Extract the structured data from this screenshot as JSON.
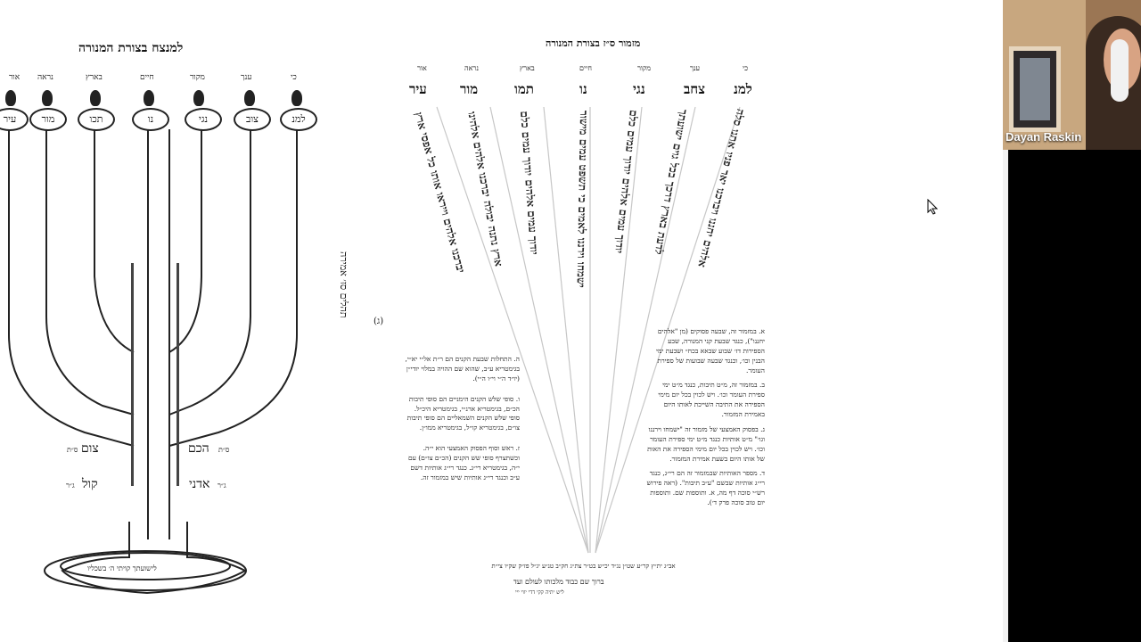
{
  "shared_content": {
    "left_menorah": {
      "title": "למנצח בצורת המנורה",
      "branch_heads": [
        "אור",
        "נראה",
        "בארץ",
        "חיים",
        "מקור",
        "ענך",
        "כי"
      ],
      "cup_words": [
        "עיר",
        "מור",
        "תכו",
        "נו",
        "נגי",
        "צוב",
        "למנ"
      ],
      "side_labels": {
        "right_top": "הכם",
        "left_top": "צום",
        "right_bottom": "אדני",
        "left_bottom": "קול"
      },
      "side_notes": {
        "right_top_note": "ס״ת",
        "left_top_note": "ס״ת",
        "right_bottom_note": "ג״ר",
        "left_bottom_note": "ג״ר"
      },
      "footer": "לישועתך קויתי ה׳ בשכליו"
    },
    "psalm_page": {
      "title": "מזמור ס״ז בצורת המנורה",
      "column_heads": [
        "אור",
        "נראה",
        "בארץ",
        "חיים",
        "מקור",
        "ענך",
        "כי"
      ],
      "column_words": [
        "עיר",
        "מור",
        "תמו",
        "נו",
        "נגי",
        "צחב",
        "למנ"
      ],
      "vertical_lines": [
        "אלהים יחננו ויברכנו יאר פניו אתנו סלה",
        "לדעת בארץ דרכך בכל גוים ישועתך",
        "יודוך עמים אלהים יודוך עמים כלם",
        "ישמחו וירננו לאמים כי תשפט עמים מישור",
        "יודוך עמים אלהים יודוך עמים כלם",
        "ארץ נתנה יבולה יברכנו אלהים אלהינו",
        "יברכנו אלהים וייראו אותו כל אפסי ארץ"
      ],
      "verse_label": "תהלים סז׳ אמירה",
      "chapter_marker": "(ג)",
      "notes_right": [
        "א. במזמור זה, שבעה פסוקים (מן \"אלהים יחננו\"), כנגד שבעת קני המנורה, שבע הספירות דז׳ שבוע שבאא בכח״ ושבעת ימי הבנין וכו׳, וכנגד שבעה שבועות של ספירת העומר.",
        "ב. במזמור זה, מ״ט תיבות, כנגד מ״ט ימי ספירת העומר וכו׳. ויש לכוין בכל יום מימי הספירה את התיבה השייכת לאותו היום באמירת המזמור.",
        "ג. בפסוק האמצעי של מזמור זה \"ישמחו וירננו וגו׳\" מ״ט אותיות כנגד מ״ט ימי ספירת העומר וכו׳. ויש לכוין בכל יום מימי הספירה את האות של אותו היום בשעת אמירת המזמור.",
        "ד. מספר האותיות שבמזמור זה הם רי״ג, כנגד רי״ג אותיות שבשם \"ע״ב תיבות\". (ראה פירוש רש״י סוכה דף מה, א. ותוספות שם. ותוספות יום טוב סוכה פרק ד׳)."
      ],
      "notes_left": [
        "ה. התחלות שבעת הקנים הם ר״ת אל״י יא״י, בגימטריא ע״ב, שהוא שם ההויה במלוי יודי״ן (יו״ד ה״י וי״ו ה״י).",
        "ו. סופי שלש הקנים הימניים הם סופי תיבות הכ״ם, בגימטריא ארנ״י, בגימטריא היכ״ל. סופי שלש הקנים השמאליים הם סופי תיבות צו״ם, בגימטריא קו״ל, בגימטריא ממו״ן.",
        "ז. ראש וסוף הפסוק האמצעי הוא י״ה. וכשתצרף סופי שש הקנים (הכ״ם צו״ם) עם י״ה, בגימטריא רי״ג. כנגד רי״ג אותיות דשם ע״ב וכנגד רי״ג אותיות שיש במזמור זה."
      ],
      "foot_row_1": "אב״ג ית״ץ  קר״ע שט״ן  נג״ד יכ״ש  בט״ר צת״ג  חק״ב טנ״ע  יג״ל פז״ק  שק״ו צי״ת",
      "foot_row_2": "ברוך שם כבוד מלכותו לעולם ועד",
      "foot_row_3": "ליש  יתיה  קקי  דדי  יווי  ייי"
    }
  },
  "video_tile": {
    "participant_name": "Dayan Raskin"
  },
  "colors": {
    "page_background": "#ffffff",
    "video_background": "#000000",
    "ink": "#111111"
  }
}
